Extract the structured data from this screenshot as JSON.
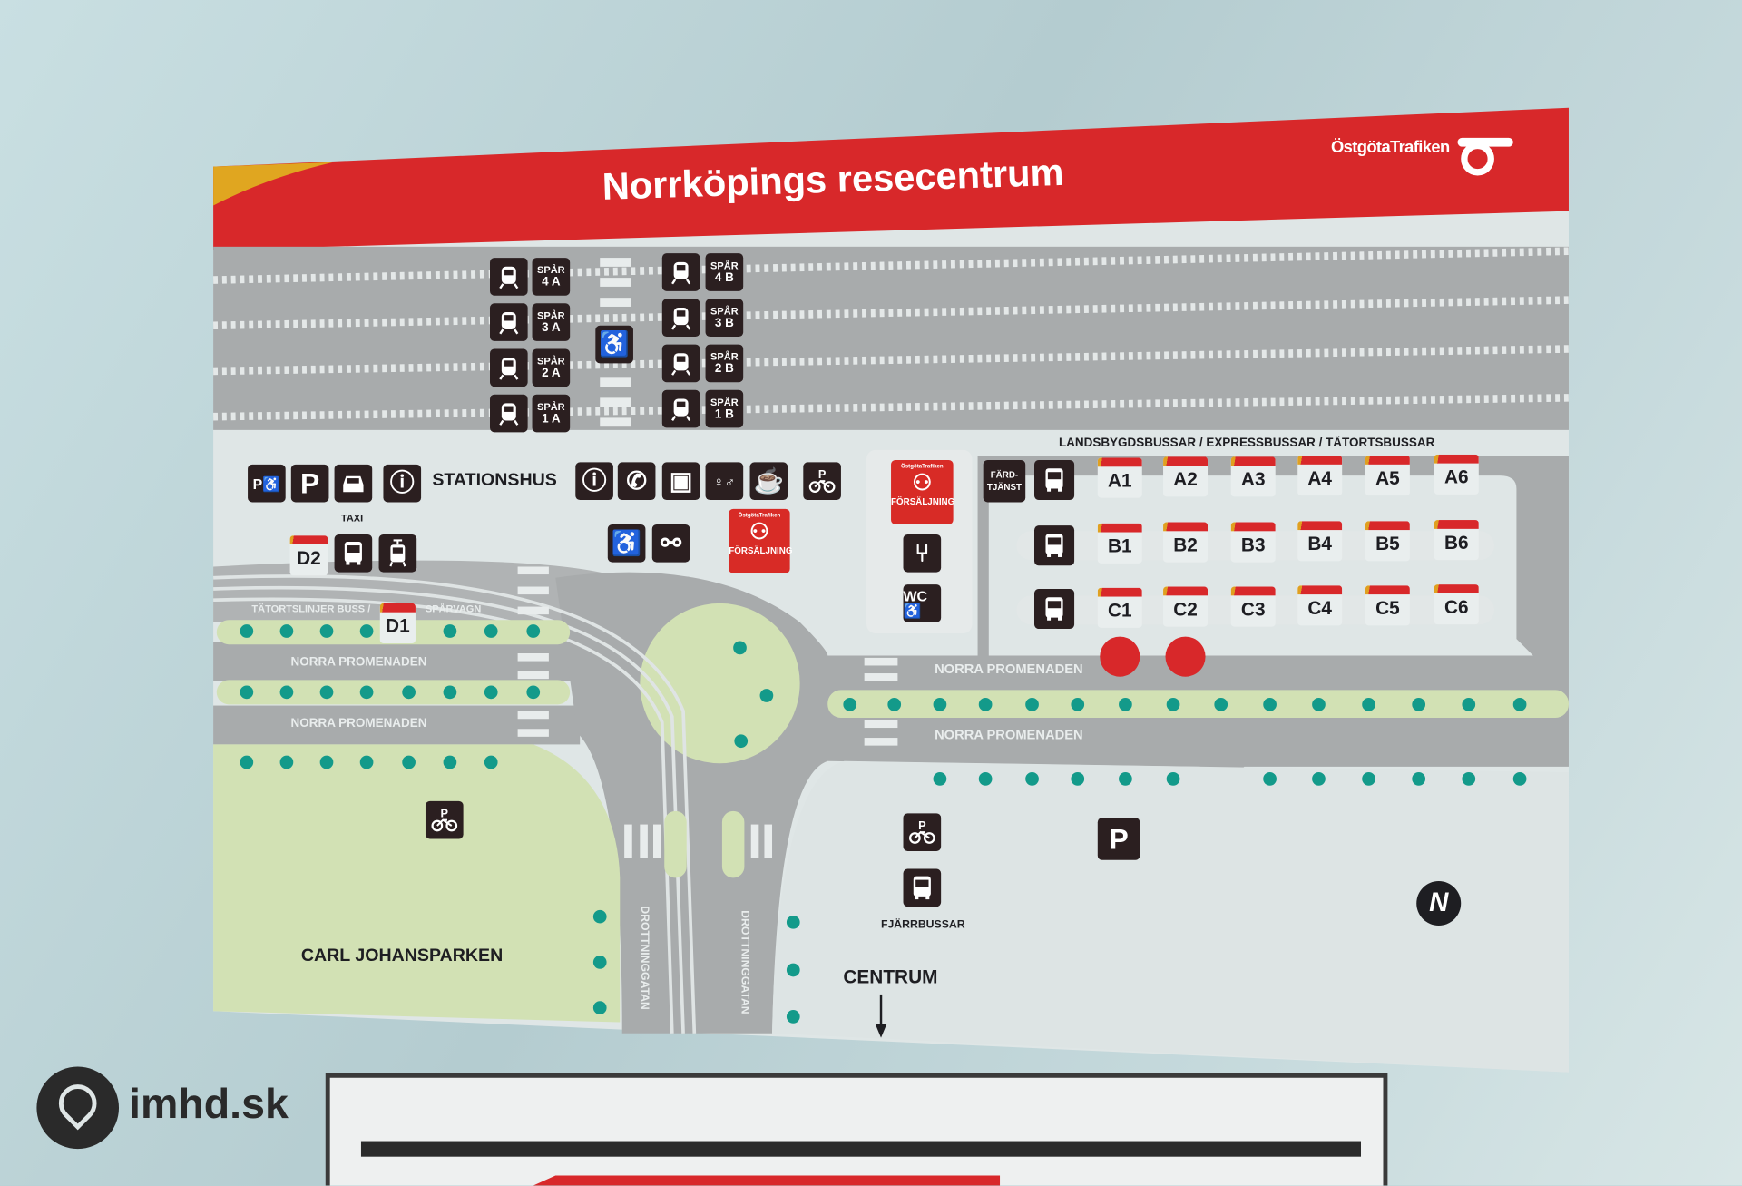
{
  "sign": {
    "title": "Norrköpings resecentrum",
    "brand": "ÖstgötaTrafiken",
    "colors": {
      "header_red": "#d8282a",
      "icon_dark": "#2b1f20",
      "park_green": "#d2e1b4",
      "dot_teal": "#139a8a",
      "road_grey": "#a8abac"
    }
  },
  "tracks": {
    "west": [
      "SPÅR 4 A",
      "SPÅR 3 A",
      "SPÅR 2 A",
      "SPÅR 1 A"
    ],
    "east": [
      "SPÅR 4 B",
      "SPÅR 3 B",
      "SPÅR 2 B",
      "SPÅR 1 B"
    ]
  },
  "station": {
    "label": "STATIONSHUS",
    "taxi_label": "TAXI",
    "sales_label": "FÖRSÄLJNING",
    "sales_brand": "ÖstgötaTrafiken"
  },
  "local": {
    "label_bus": "TÄTORTSLINJER BUSS /",
    "label_tram": "SPÅRVAGN",
    "stops": [
      "D2",
      "D1"
    ]
  },
  "terminal": {
    "heading": "LANDSBYGDSBUSSAR / EXPRESSBUSSAR / TÄTORTSBUSSAR",
    "fardtjanst": "FÄRD-\nTJÄNST",
    "rows": [
      [
        "A1",
        "A2",
        "A3",
        "A4",
        "A5",
        "A6"
      ],
      [
        "B1",
        "B2",
        "B3",
        "B4",
        "B5",
        "B6"
      ],
      [
        "C1",
        "C2",
        "C3",
        "C4",
        "C5",
        "C6"
      ]
    ],
    "wc_label": "WC"
  },
  "streets": {
    "norra": "NORRA PROMENADEN",
    "drottning": "DROTTNINGGATAN",
    "park": "CARL JOHANSPARKEN",
    "centrum": "CENTRUM",
    "fjarrbussar": "FJÄRRBUSSAR",
    "north": "N"
  },
  "watermark": "imhd.sk"
}
